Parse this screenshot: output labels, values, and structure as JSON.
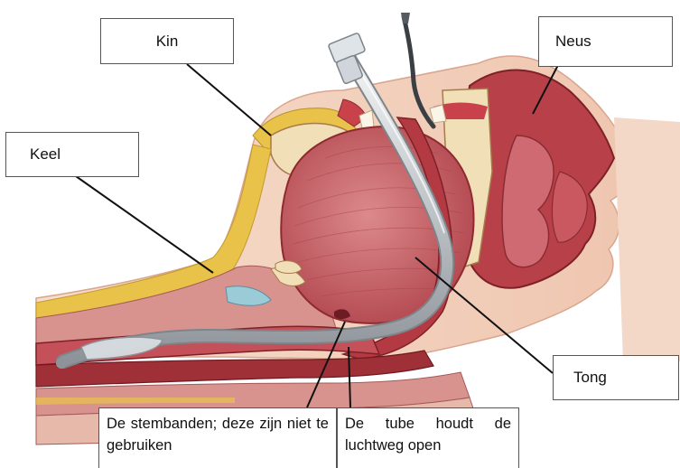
{
  "labels": {
    "kin": "Kin",
    "neus": "Neus",
    "keel": "Keel",
    "tong": "Tong",
    "stembanden": "De stembanden; deze zijn niet te gebruiken",
    "tube": "De tube houdt de luchtweg open"
  },
  "colors": {
    "skin": "#f3d3bf",
    "tissue": "#c24a4f",
    "tissue_dark": "#8e2a30",
    "tongue": "#c8666b",
    "fat": "#e9c24a",
    "bone": "#f1dfb8",
    "tube": "#cfd3d6",
    "cartilage": "#9ccbd8",
    "leader_line": "#111111"
  }
}
